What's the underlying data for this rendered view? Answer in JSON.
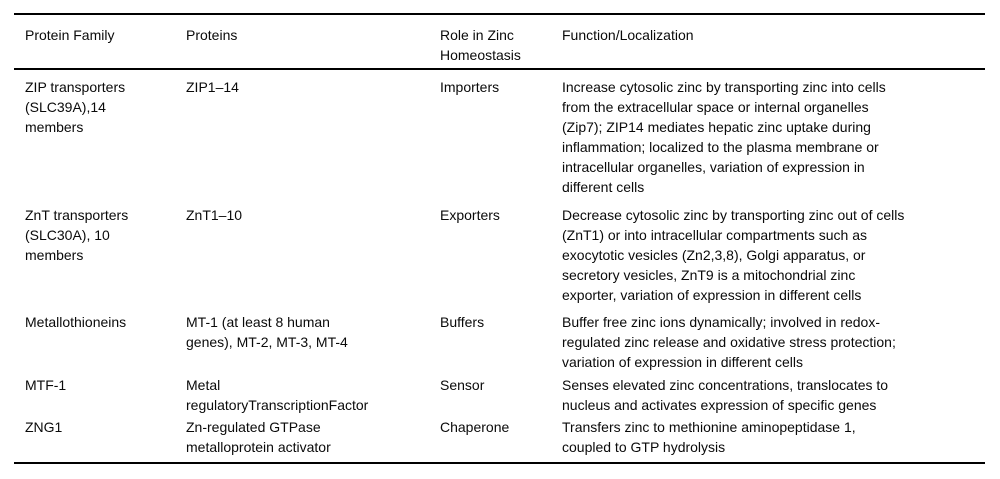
{
  "table": {
    "headers": {
      "protein_family": "Protein Family",
      "proteins": "Proteins",
      "role": "Role in Zinc\nHomeostasis",
      "function": "Function/Localization"
    },
    "rows": [
      {
        "family": "ZIP transporters\n(SLC39A),14\nmembers",
        "proteins": "ZIP1–14",
        "role": "Importers",
        "function": "Increase cytosolic zinc by transporting zinc into cells\nfrom the extracellular space or internal organelles\n(Zip7); ZIP14 mediates hepatic zinc uptake during\ninflammation; localized to the plasma membrane or\nintracellular organelles, variation of expression in\ndifferent cells"
      },
      {
        "family": "ZnT transporters\n(SLC30A), 10\nmembers",
        "proteins": "ZnT1–10",
        "role": "Exporters",
        "function": "Decrease cytosolic zinc by transporting zinc out of cells\n(ZnT1) or into intracellular compartments such as\nexocytotic vesicles (Zn2,3,8), Golgi apparatus, or\nsecretory vesicles, ZnT9 is a mitochondrial zinc\nexporter, variation of expression in different cells"
      },
      {
        "family": "Metallothioneins",
        "proteins": "MT-1 (at least 8 human\ngenes), MT-2, MT-3, MT-4",
        "role": "Buffers",
        "function": "Buffer free zinc ions dynamically; involved in redox-\nregulated zinc release and oxidative stress protection;\nvariation of expression in different cells"
      },
      {
        "family": "MTF-1",
        "proteins": "Metal\nregulatoryTranscriptionFactor",
        "role": "Sensor",
        "function": "Senses elevated zinc concentrations, translocates to\nnucleus and activates expression of specific genes"
      },
      {
        "family": "ZNG1",
        "proteins": "Zn-regulated GTPase\nmetalloprotein activator",
        "role": "Chaperone",
        "function": "Transfers zinc to methionine aminopeptidase 1,\ncoupled to GTP hydrolysis"
      }
    ]
  }
}
